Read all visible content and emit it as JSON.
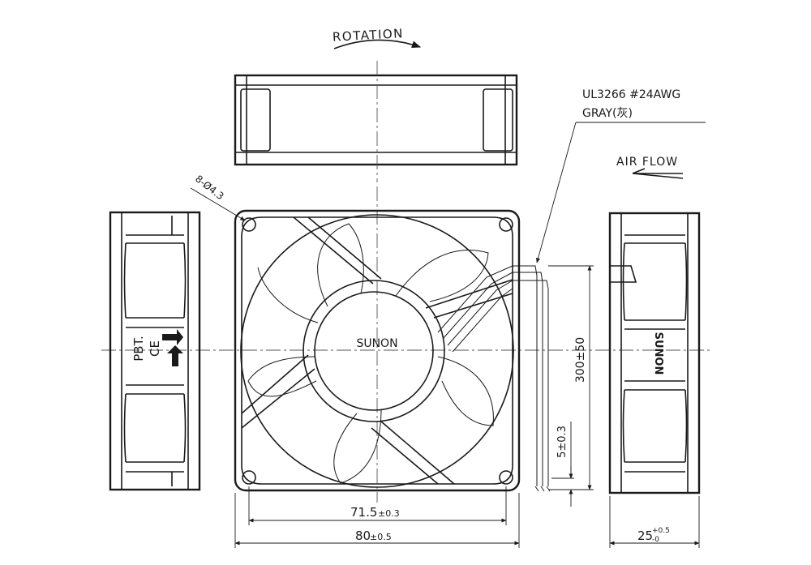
{
  "labels": {
    "rotation": "ROTATION",
    "cable_spec": "UL3266 #24AWG",
    "cable_color": "GRAY(灰)",
    "air_flow": "AIR FLOW",
    "holes": "8-Ø4.3",
    "brand": "SUNON",
    "side_brand": "SUNON",
    "material": "PBT.",
    "cert_mark": "CE"
  },
  "dimensions": {
    "hole_spacing": "71.5",
    "hole_spacing_tol": "±0.3",
    "frame_width": "80",
    "frame_width_tol": "±0.5",
    "depth": "25",
    "depth_tol_upper": "+0.5",
    "depth_tol_lower": "-0",
    "lead_length": "300±50",
    "strip_length": "5±0.3"
  }
}
